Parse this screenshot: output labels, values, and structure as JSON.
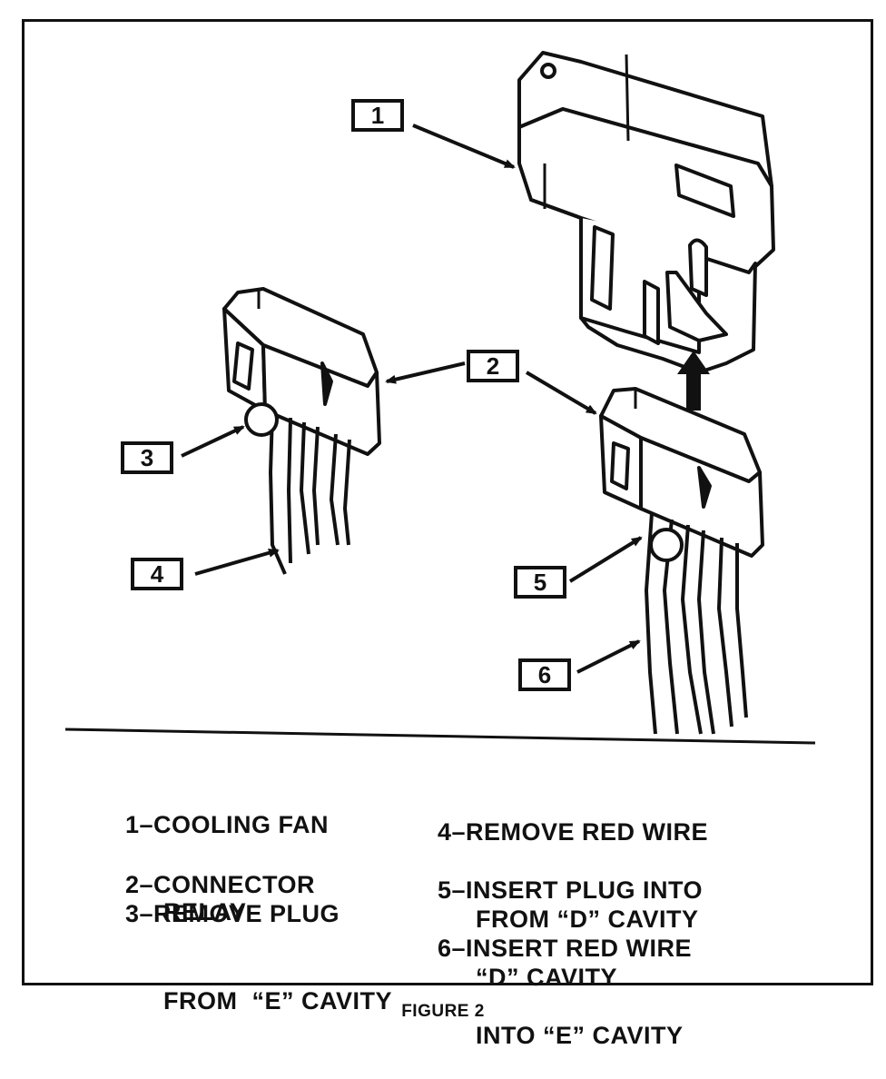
{
  "callouts": [
    {
      "id": "1",
      "label": "1"
    },
    {
      "id": "2",
      "label": "2"
    },
    {
      "id": "3",
      "label": "3"
    },
    {
      "id": "4",
      "label": "4"
    },
    {
      "id": "5",
      "label": "5"
    },
    {
      "id": "6",
      "label": "6"
    }
  ],
  "legend": [
    {
      "line1": "1–COOLING FAN",
      "line2": "RELAY"
    },
    {
      "line1": "2–CONNECTOR",
      "line2": ""
    },
    {
      "line1": "3–REMOVE PLUG",
      "line2": "FROM  “E” CAVITY"
    },
    {
      "line1": "4–REMOVE RED WIRE",
      "line2": "FROM “D” CAVITY"
    },
    {
      "line1": "5–INSERT PLUG INTO",
      "line2": "“D” CAVITY"
    },
    {
      "line1": "6–INSERT RED WIRE",
      "line2": "INTO “E” CAVITY"
    }
  ],
  "caption": "FIGURE 2"
}
